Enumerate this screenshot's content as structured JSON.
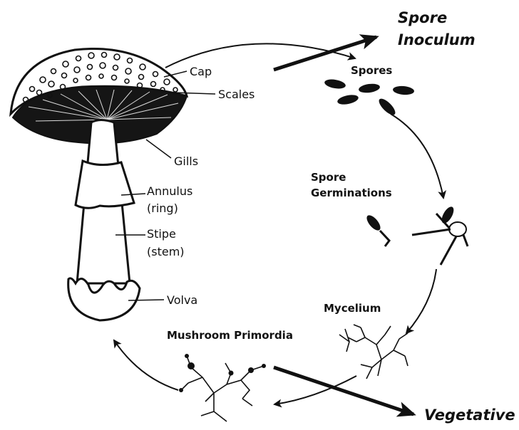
{
  "parts": {
    "cap": "Cap",
    "scales": "Scales",
    "gills": "Gills",
    "annulus": "Annulus",
    "annulus_alt": "(ring)",
    "stipe": "Stipe",
    "stipe_alt": "(stem)",
    "volva": "Volva"
  },
  "stages": {
    "spores": "Spores",
    "germination_line1": "Spore",
    "germination_line2": "Germinations",
    "mycelium": "Mycelium",
    "primordia": "Mushroom Primordia"
  },
  "outputs": {
    "spore_line1": "Spore",
    "spore_line2": "Inoculum",
    "vegetative": "Vegetative"
  },
  "colors": {
    "ink": "#111111",
    "background": "#ffffff"
  }
}
